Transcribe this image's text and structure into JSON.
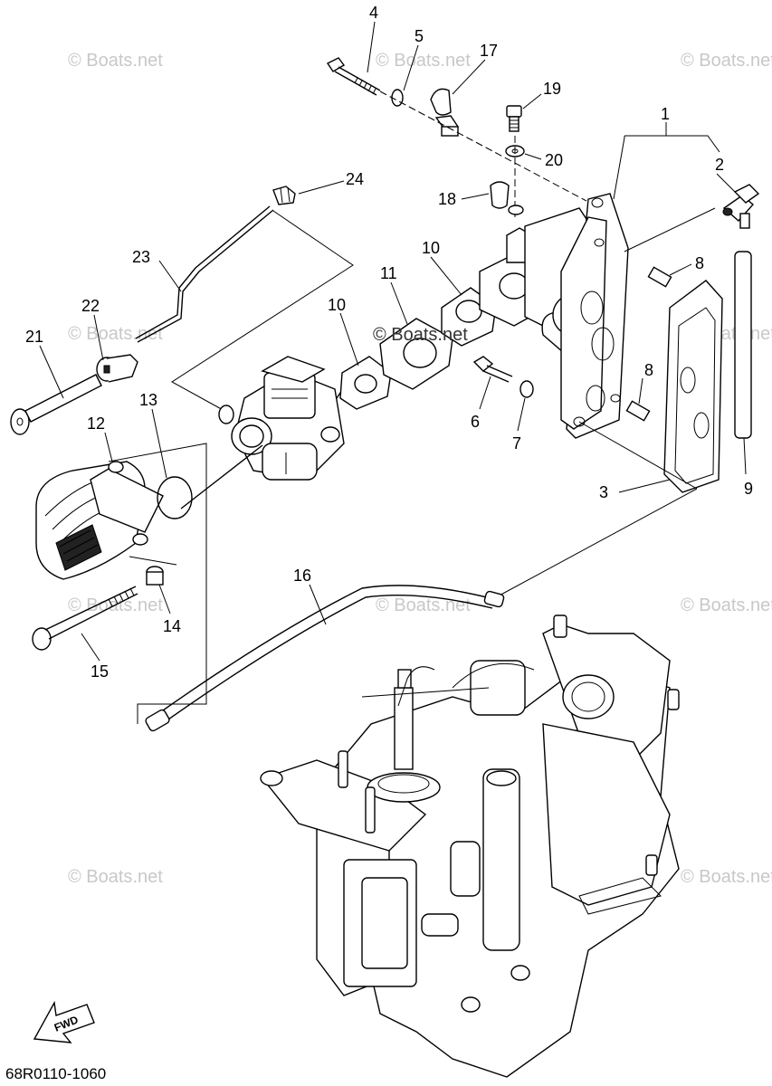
{
  "watermark": "© Boats.net",
  "center_watermark": "© Boats.net",
  "diagram_code": "68R0110-1060",
  "fwd_label": "FWD",
  "callouts": [
    {
      "id": "c4",
      "text": "4"
    },
    {
      "id": "c5",
      "text": "5"
    },
    {
      "id": "c17",
      "text": "17"
    },
    {
      "id": "c19",
      "text": "19"
    },
    {
      "id": "c1",
      "text": "1"
    },
    {
      "id": "c20",
      "text": "20"
    },
    {
      "id": "c2",
      "text": "2"
    },
    {
      "id": "c24",
      "text": "24"
    },
    {
      "id": "c18",
      "text": "18"
    },
    {
      "id": "c10a",
      "text": "10"
    },
    {
      "id": "c8a",
      "text": "8"
    },
    {
      "id": "c23",
      "text": "23"
    },
    {
      "id": "c11",
      "text": "11"
    },
    {
      "id": "c22",
      "text": "22"
    },
    {
      "id": "c10b",
      "text": "10"
    },
    {
      "id": "c21",
      "text": "21"
    },
    {
      "id": "c8b",
      "text": "8"
    },
    {
      "id": "c13",
      "text": "13"
    },
    {
      "id": "c6",
      "text": "6"
    },
    {
      "id": "c7",
      "text": "7"
    },
    {
      "id": "c12",
      "text": "12"
    },
    {
      "id": "c9",
      "text": "9"
    },
    {
      "id": "c3",
      "text": "3"
    },
    {
      "id": "c16",
      "text": "16"
    },
    {
      "id": "c14",
      "text": "14"
    },
    {
      "id": "c15",
      "text": "15"
    }
  ]
}
